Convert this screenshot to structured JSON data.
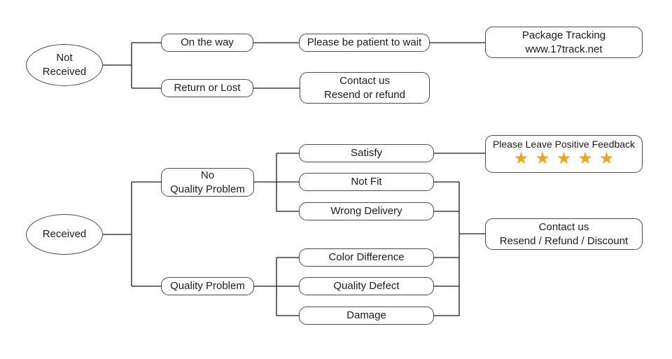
{
  "diagram": {
    "title": "Customer service flowchart for order received / not received cases",
    "background_color": "#ffffff",
    "line_color": "#1a1a1a",
    "star_color": "#f6a01e",
    "nodes": {
      "not_received": "Not\nReceived",
      "received": "Received",
      "on_the_way": "On the way",
      "return_or_lost": "Return or Lost",
      "please_be_patient": "Please be patient to wait",
      "contact_us_resend_or_refund": "Contact us\nResend or refund",
      "package_tracking": "Package Tracking\nwww.17track.net",
      "no_quality_problem": "No\nQuality Problem",
      "quality_problem": "Quality Problem",
      "satisfy": "Satisfy",
      "not_fit": "Not Fit",
      "wrong_delivery": "Wrong Delivery",
      "color_difference": "Color Difference",
      "quality_defect": "Quality Defect",
      "damage": "Damage",
      "feedback_title": "Please Leave Positive Feedback",
      "star_glyph": "★",
      "star_count": 5,
      "contact_us_resend_refund_discount": "Contact us\nResend / Refund / Discount"
    }
  }
}
